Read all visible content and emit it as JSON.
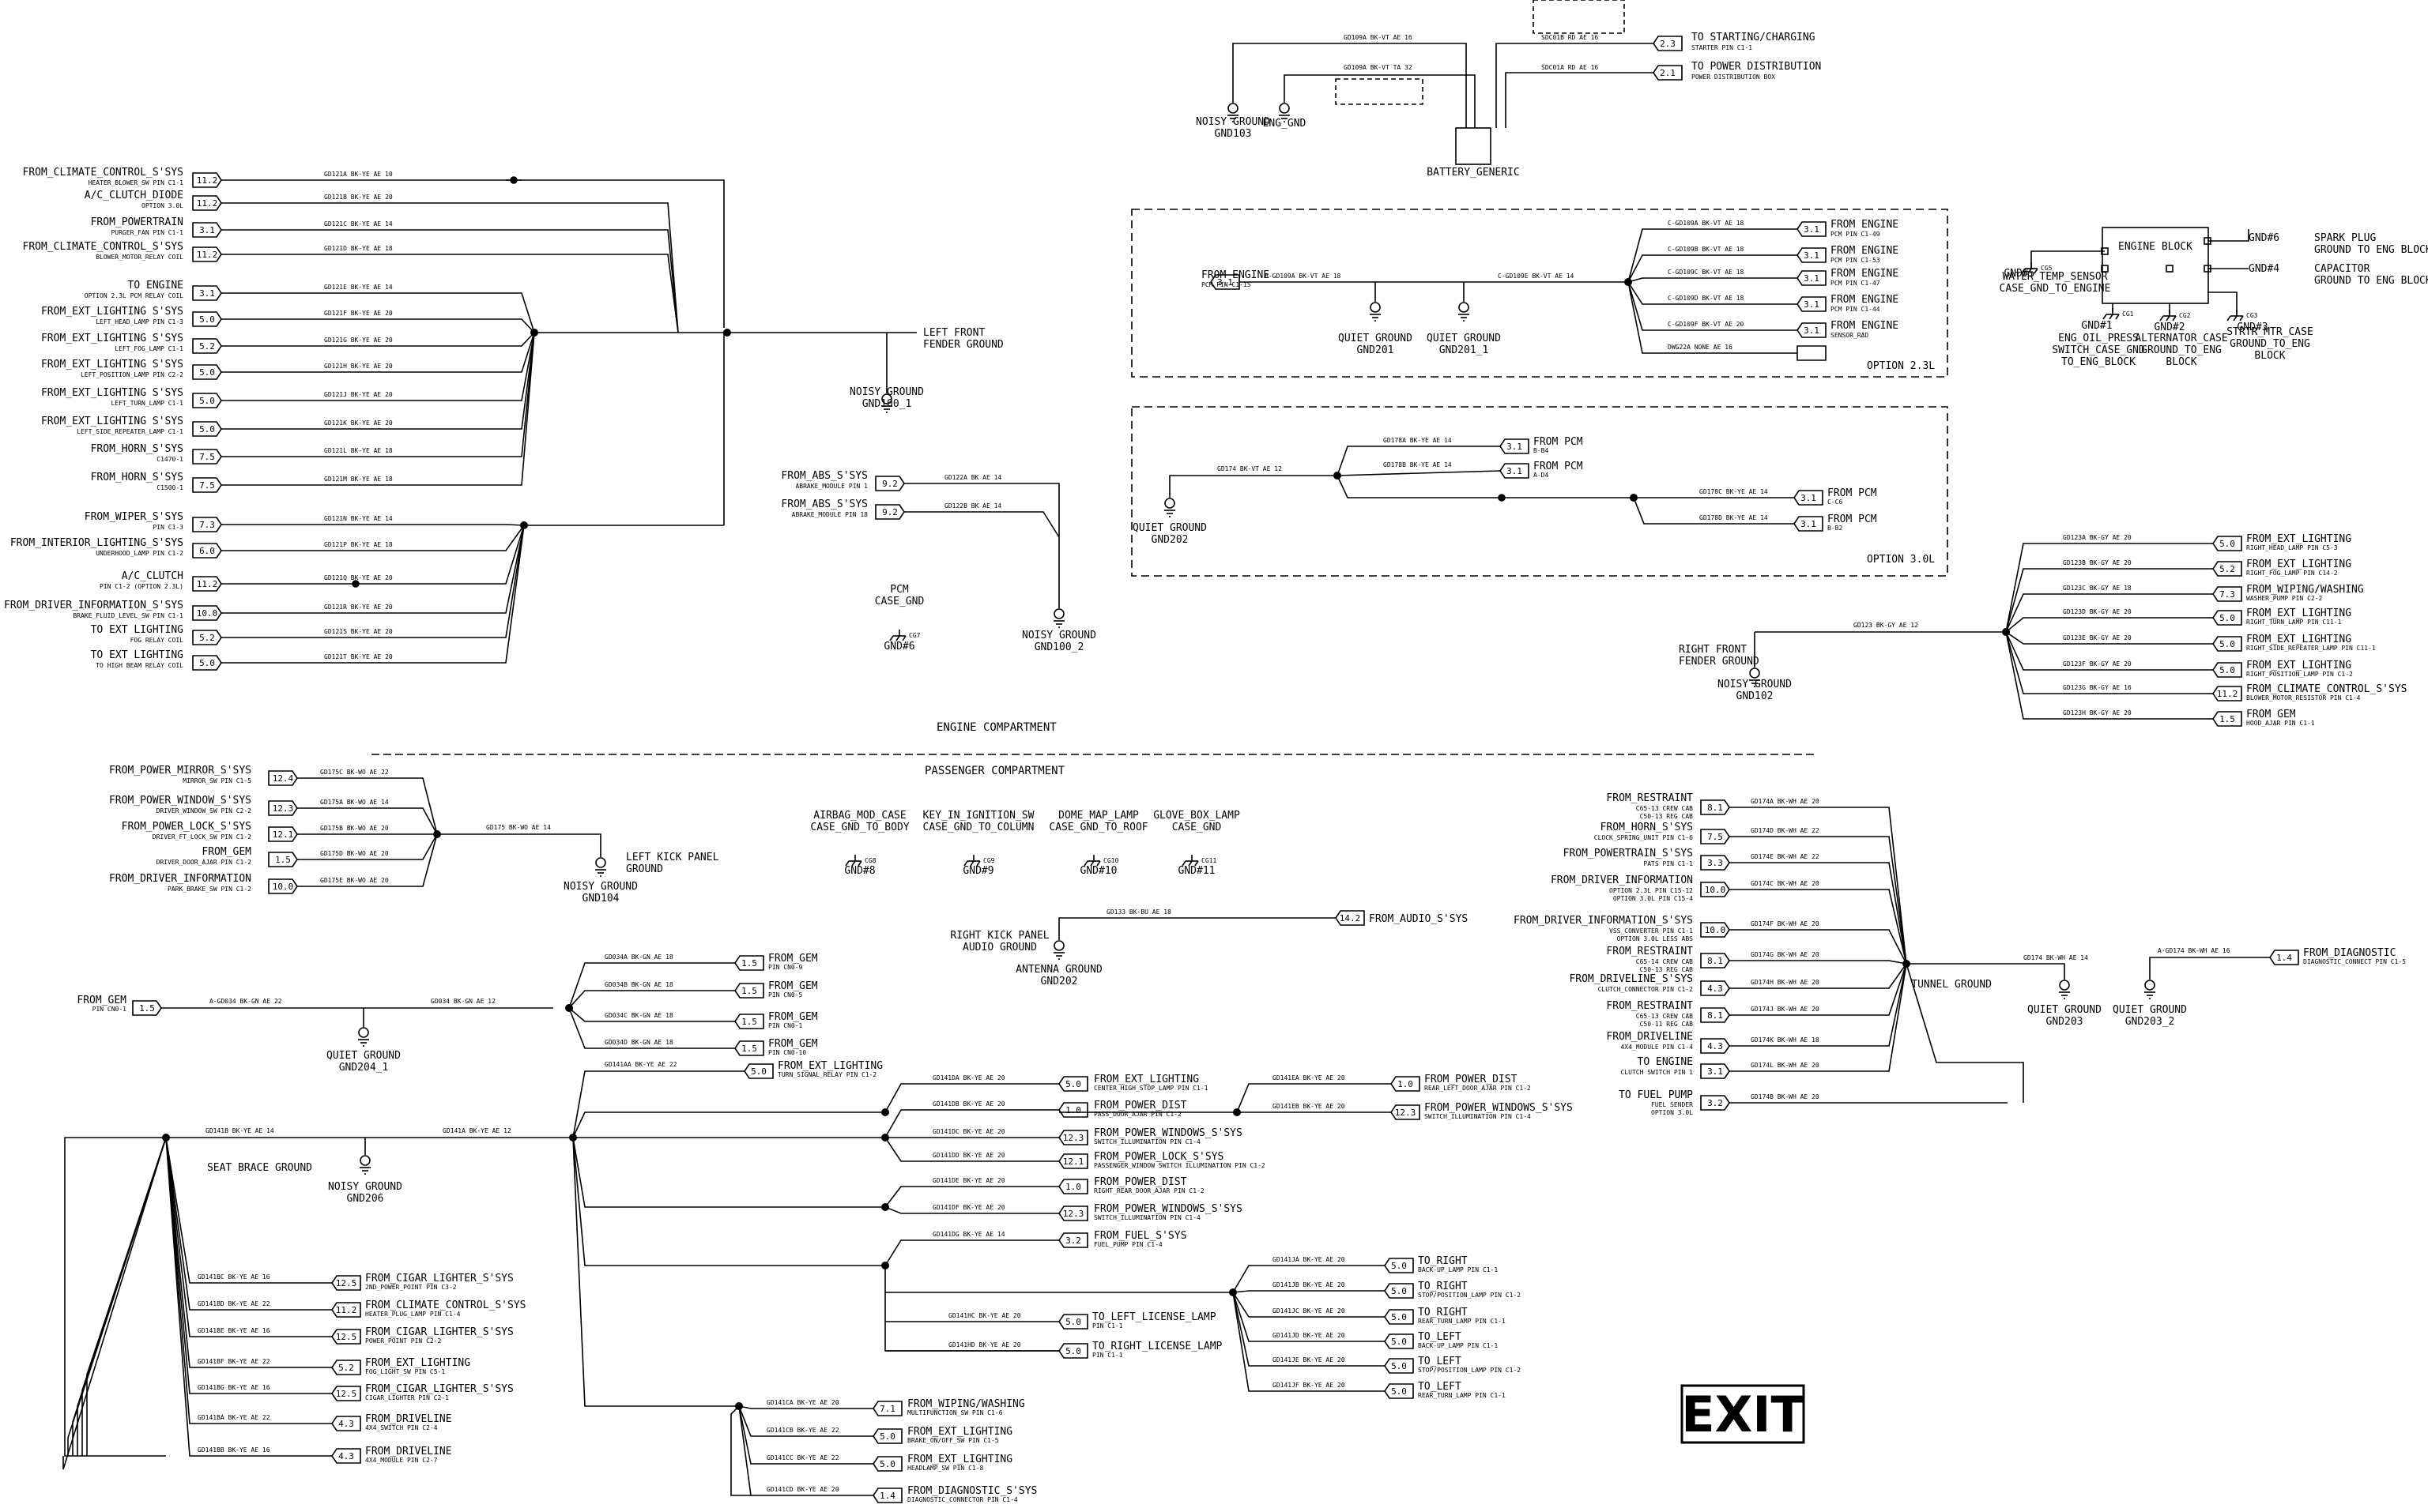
{
  "exit_label": "EXIT",
  "regions": {
    "engine": "ENGINE COMPARTMENT",
    "passenger": "PASSENGER COMPARTMENT"
  },
  "options": {
    "opt23": "OPTION 2.3L",
    "opt30": "OPTION 3.0L"
  },
  "left_front": {
    "hub_name": "LEFT FRONT\nFENDER GROUND",
    "ground": "NOISY GROUND\nGND100_1",
    "rows": [
      {
        "from": "FROM_CLIMATE_CONTROL_S'SYS",
        "sub": "HEATER_BLOWER_SW PIN C1-1",
        "pin": "11.2",
        "wire": "GD121A  BK-YE  AE 10"
      },
      {
        "from": "A/C_CLUTCH_DIODE",
        "sub": "OPTION 3.0L",
        "pin": "11.2",
        "wire": "GD121B  BK-YE  AE 20"
      },
      {
        "from": "FROM_POWERTRAIN",
        "sub": "PURGER_FAN PIN C1-1",
        "pin": "3.1",
        "wire": "GD121C  BK-YE  AE 14"
      },
      {
        "from": "FROM_CLIMATE_CONTROL_S'SYS",
        "sub": "BLOWER_MOTOR_RELAY COIL",
        "pin": "11.2",
        "wire": "GD121D  BK-YE  AE 18"
      },
      {
        "from": "TO ENGINE",
        "sub": "OPTION 2.3L PCM RELAY COIL",
        "pin": "3.1",
        "wire": "GD121E  BK-YE  AE 14"
      },
      {
        "from": "FROM_EXT_LIGHTING S'SYS",
        "sub": "LEFT_HEAD_LAMP PIN C1-3",
        "pin": "5.0",
        "wire": "GD121F  BK-YE  AE 20"
      },
      {
        "from": "FROM_EXT_LIGHTING S'SYS",
        "sub": "LEFT_FOG_LAMP C1-1",
        "pin": "5.2",
        "wire": "GD121G  BK-YE  AE 20"
      },
      {
        "from": "FROM_EXT_LIGHTING S'SYS",
        "sub": "LEFT_POSITION_LAMP PIN C2-2",
        "pin": "5.0",
        "wire": "GD121H  BK-YE  AE 20"
      },
      {
        "from": "FROM_EXT_LIGHTING S'SYS",
        "sub": "LEFT_TURN_LAMP C1-1",
        "pin": "5.0",
        "wire": "GD121J  BK-YE  AE 20"
      },
      {
        "from": "FROM_EXT_LIGHTING S'SYS",
        "sub": "LEFT_SIDE_REPEATER_LAMP C1-1",
        "pin": "5.0",
        "wire": "GD121K  BK-YE  AE 20"
      },
      {
        "from": "FROM_HORN_S'SYS",
        "sub": "C1470-1",
        "pin": "7.5",
        "wire": "GD121L  BK-YE  AE 18"
      },
      {
        "from": "FROM_HORN_S'SYS",
        "sub": "C1500-1",
        "pin": "7.5",
        "wire": "GD121M  BK-YE  AE 18"
      },
      {
        "from": "FROM_WIPER_S'SYS",
        "sub": "PIN C1-3",
        "pin": "7.3",
        "wire": "GD121N  BK-YE  AE 14"
      },
      {
        "from": "FROM_INTERIOR_LIGHTING_S'SYS",
        "sub": "UNDERHOOD_LAMP PIN C1-2",
        "pin": "6.0",
        "wire": "GD121P  BK-YE  AE 18"
      },
      {
        "from": "A/C_CLUTCH",
        "sub": "PIN C1-2 (OPTION 2.3L)",
        "pin": "11.2",
        "wire": "GD121Q  BK-YE  AE 20"
      },
      {
        "from": "FROM_DRIVER_INFORMATION_S'SYS",
        "sub": "BRAKE_FLUID_LEVEL_SW PIN C1-1",
        "pin": "10.0",
        "wire": "GD121R  BK-YE  AE 20"
      },
      {
        "from": "TO EXT LIGHTING",
        "sub": "FOG RELAY COIL",
        "pin": "5.2",
        "wire": "GD121S  BK-YE  AE 20"
      },
      {
        "from": "TO EXT LIGHTING",
        "sub": "TO HIGH BEAM RELAY COIL",
        "pin": "5.0",
        "wire": "GD121T  BK-YE  AE 20"
      }
    ]
  },
  "abs": {
    "ground": "NOISY GROUND\nGND100_2",
    "rows": [
      {
        "from": "FROM_ABS_S'SYS",
        "sub": "ABRAKE_MODULE PIN 1",
        "pin": "9.2",
        "wire": "GD122A  BK  AE 14"
      },
      {
        "from": "FROM_ABS_S'SYS",
        "sub": "ABRAKE_MODULE PIN 18",
        "pin": "9.2",
        "wire": "GD122B  BK  AE 14"
      }
    ]
  },
  "pcm_case": {
    "title": "PCM\nCASE_GND",
    "sym": "CG7",
    "gnd": "GND#6"
  },
  "battery": {
    "label": "BATTERY_GENERIC",
    "g103": "NOISY GROUND\nGND103",
    "eng_gnd": "ENG_GND",
    "to_start": "TO STARTING/CHARGING",
    "to_start_sub": "STARTER PIN C1-1",
    "to_power": "TO POWER DISTRIBUTION",
    "to_power_sub": "POWER DISTRIBUTION BOX",
    "pin_start": "2.3",
    "pin_power": "2.1",
    "w1": "GD109A  BK-VT  AE 16",
    "w2": "GD109A  BK-VT  TA 32",
    "w3": "SDC01B  RD  AE 16",
    "w4": "SDC01A  RD  AE 16"
  },
  "opt23": {
    "from_engine": "FROM ENGINE",
    "from_engine_sub": "PCM PIN C1-15",
    "pin": "3.1",
    "wire_in": "B-GD109A  BK-VT  AE 18",
    "wire_mid": "C-GD109E  BK-VT  AE 14",
    "g201": "QUIET GROUND\nGND201",
    "g201_1": "QUIET GROUND\nGND201_1",
    "rows": [
      {
        "to": "FROM ENGINE",
        "sub": "PCM PIN C1-49",
        "pin": "3.1",
        "wire": "C-GD109A  BK-VT  AE 18"
      },
      {
        "to": "FROM ENGINE",
        "sub": "PCM PIN C1-53",
        "pin": "3.1",
        "wire": "C-GD109B  BK-VT  AE 18"
      },
      {
        "to": "FROM ENGINE",
        "sub": "PCM PIN C1-47",
        "pin": "3.1",
        "wire": "C-GD109C  BK-VT  AE 18"
      },
      {
        "to": "FROM ENGINE",
        "sub": "PCM PIN C1-44",
        "pin": "3.1",
        "wire": "C-GD109D  BK-VT  AE 18"
      },
      {
        "to": "FROM ENGINE",
        "sub": "SENSOR_RAD",
        "pin": "3.1",
        "wire": "C-GD109F  BK-VT  AE 20"
      },
      {
        "to": "",
        "sub": "",
        "pin": "",
        "wire": "DWG22A  NONE  AE 16"
      }
    ]
  },
  "opt30": {
    "ground": "QUIET GROUND\nGND202",
    "wire_in": "GD174  BK-VT  AE 12",
    "rows": [
      {
        "to": "FROM PCM",
        "sub": "B-B4",
        "pin": "3.1",
        "wire": "GD178A  BK-YE  AE 14"
      },
      {
        "to": "FROM PCM",
        "sub": "A-D4",
        "pin": "3.1",
        "wire": "GD178B  BK-YE  AE 14"
      },
      {
        "to": "FROM PCM",
        "sub": "C-C6",
        "pin": "3.1",
        "wire": "GD178C  BK-YE  AE 14"
      },
      {
        "to": "FROM PCM",
        "sub": "B-B2",
        "pin": "3.1",
        "wire": "GD178D  BK-YE  AE 14"
      }
    ]
  },
  "engine_block": {
    "title": "ENGINE BLOCK",
    "cg5": "CG5",
    "gnd5": "GND#5",
    "water": "WATER_TEMP_SENSOR\nCASE_GND_TO_ENGINE",
    "spark": "SPARK PLUG\nGROUND TO ENG BLOCK",
    "gnd6": "GND#6",
    "cap": "CAPACITOR\nGROUND TO ENG BLOCK",
    "gnd4": "GND#4",
    "cg1": "CG1",
    "gnd1": "GND#1",
    "oil": "ENG_OIL_PRESS\nSWITCH_CASE_GND\nTO_ENG_BLOCK",
    "cg2": "CG2",
    "gnd2": "GND#2",
    "alt": "ALTERNATOR_CASE\nGROUND_TO_ENG\nBLOCK",
    "cg3": "CG3",
    "gnd3": "GND#3",
    "strtr": "STRTR_MTR_CASE\nGROUND_TO_ENG\nBLOCK"
  },
  "right_front": {
    "hub_name": "RIGHT FRONT\nFENDER GROUND",
    "ground": "NOISY GROUND\nGND102",
    "wire_in": "GD123  BK-GY  AE 12",
    "rows": [
      {
        "to": "FROM_EXT_LIGHTING",
        "sub": "RIGHT_HEAD_LAMP PIN C5-3",
        "pin": "5.0",
        "wire": "GD123A  BK-GY  AE 20"
      },
      {
        "to": "FROM_EXT_LIGHTING",
        "sub": "RIGHT_FOG_LAMP PIN C14-2",
        "pin": "5.2",
        "wire": "GD123B  BK-GY  AE 20"
      },
      {
        "to": "FROM_WIPING/WASHING",
        "sub": "WASHER_PUMP PIN C2-2",
        "pin": "7.3",
        "wire": "GD123C  BK-GY  AE 18"
      },
      {
        "to": "FROM_EXT_LIGHTING",
        "sub": "RIGHT_TURN_LAMP PIN C11-1",
        "pin": "5.0",
        "wire": "GD123D  BK-GY  AE 20"
      },
      {
        "to": "FROM_EXT_LIGHTING",
        "sub": "RIGHT_SIDE_REPEATER_LAMP PIN C11-1",
        "pin": "5.0",
        "wire": "GD123E  BK-GY  AE 20"
      },
      {
        "to": "FROM_EXT_LIGHTING",
        "sub": "RIGHT_POSITION_LAMP PIN C1-2",
        "pin": "5.0",
        "wire": "GD123F  BK-GY  AE 20"
      },
      {
        "to": "FROM_CLIMATE_CONTROL_S'SYS",
        "sub": "BLOWER_MOTOR_RESISTOR PIN C1-4",
        "pin": "11.2",
        "wire": "GD123G  BK-GY  AE 16"
      },
      {
        "to": "FROM GEM",
        "sub": "HOOD_AJAR PIN C1-1",
        "pin": "1.5",
        "wire": "GD123H  BK-GY  AE 20"
      }
    ]
  },
  "left_kick": {
    "hub_name": "LEFT KICK PANEL\nGROUND",
    "ground": "NOISY GROUND\nGND104",
    "wire_out": "GD175  BK-WO  AE 14",
    "rows": [
      {
        "from": "FROM_POWER_MIRROR_S'SYS",
        "sub": "MIRROR_SW PIN C1-5",
        "pin": "12.4",
        "wire": "GD175C  BK-WO  AE 22"
      },
      {
        "from": "FROM_POWER_WINDOW_S'SYS",
        "sub": "DRIVER_WINDOW_SW PIN C2-2",
        "pin": "12.3",
        "wire": "GD175A  BK-WO  AE 14"
      },
      {
        "from": "FROM_POWER_LOCK_S'SYS",
        "sub": "DRIVER_FT_LOCK_SW PIN C1-2",
        "pin": "12.1",
        "wire": "GD175B  BK-WO  AE 20"
      },
      {
        "from": "FROM_GEM",
        "sub": "DRIVER_DOOR_AJAR PIN C1-2",
        "pin": "1.5",
        "wire": "GD175D  BK-WO  AE 20"
      },
      {
        "from": "FROM_DRIVER_INFORMATION",
        "sub": "PARK_BRAKE_SW PIN C1-2",
        "pin": "10.0",
        "wire": "GD175E  BK-WO  AE 20"
      }
    ]
  },
  "case_grounds": [
    {
      "title": "AIRBAG_MOD_CASE\nCASE_GND_TO_BODY",
      "sym": "CG8",
      "gnd": "GND#8"
    },
    {
      "title": "KEY_IN_IGNITION_SW\nCASE_GND_TO_COLUMN",
      "sym": "CG9",
      "gnd": "GND#9"
    },
    {
      "title": "DOME_MAP_LAMP\nCASE_GND_TO_ROOF",
      "sym": "CG10",
      "gnd": "GND#10"
    },
    {
      "title": "GLOVE_BOX_LAMP\nCASE_GND",
      "sym": "CG11",
      "gnd": "GND#11"
    }
  ],
  "right_kick": {
    "title": "RIGHT KICK PANEL\nAUDIO GROUND",
    "ground": "ANTENNA GROUND\nGND202",
    "to": "FROM_AUDIO_S'SYS",
    "pin": "14.2",
    "wire": "GD133  BK-BU  AE 18"
  },
  "gem_quiet": {
    "from": "FROM_GEM",
    "sub": "PIN CN0-1",
    "pin": "1.5",
    "wire_in": "A-GD034  BK-GN  AE 22",
    "wire_out": "GD034  BK-GN  AE 12",
    "ground": "QUIET GROUND\nGND204_1",
    "rows": [
      {
        "to": "FROM_GEM",
        "sub": "PIN CN0-9",
        "pin": "1.5",
        "wire": "GD034A  BK-GN  AE 18"
      },
      {
        "to": "FROM_GEM",
        "sub": "PIN CN0-5",
        "pin": "1.5",
        "wire": "GD034B  BK-GN  AE 18"
      },
      {
        "to": "FROM_GEM",
        "sub": "PIN CN0-1",
        "pin": "1.5",
        "wire": "GD034C  BK-GN  AE 18"
      },
      {
        "to": "FROM_GEM",
        "sub": "PIN CN0-10",
        "pin": "1.5",
        "wire": "GD034D  BK-GN  AE 18"
      }
    ]
  },
  "seat_brace": {
    "title": "SEAT BRACE GROUND",
    "ground": "NOISY GROUND\nGND206",
    "wire": "GD141A  BK-YE  AE 12",
    "left_wire": "GD141B  BK-YE  AE 14",
    "rows": [
      {
        "to": "FROM_CIGAR_LIGHTER_S'SYS",
        "sub": "2ND_POWER_POINT PIN C3-2",
        "pin": "12.5",
        "wire": "GD141BC  BK-YE  AE 16"
      },
      {
        "to": "FROM_CLIMATE_CONTROL_S'SYS",
        "sub": "HEATER_PLUG_LAMP PIN C1-4",
        "pin": "11.2",
        "wire": "GD141BD  BK-YE  AE 22"
      },
      {
        "to": "FROM_CIGAR_LIGHTER_S'SYS",
        "sub": "POWER_POINT PIN C2-2",
        "pin": "12.5",
        "wire": "GD141BE  BK-YE  AE 16"
      },
      {
        "to": "FROM_EXT_LIGHTING",
        "sub": "FOG_LIGHT_SW PIN C5-1",
        "pin": "5.2",
        "wire": "GD141BF  BK-YE  AE 22"
      },
      {
        "to": "FROM_CIGAR_LIGHTER_S'SYS",
        "sub": "CIGAR_LIGHTER PIN C2-1",
        "pin": "12.5",
        "wire": "GD141BG  BK-YE  AE 16"
      },
      {
        "to": "FROM_DRIVELINE",
        "sub": "4X4_SWITCH PIN C2-4",
        "pin": "4.3",
        "wire": "GD141BA  BK-YE  AE 22"
      },
      {
        "to": "FROM_DRIVELINE",
        "sub": "4X4_MODULE PIN C2-7",
        "pin": "4.3",
        "wire": "GD141BB  BK-YE  AE 16"
      }
    ]
  },
  "passenger_tree": {
    "ext_turn": {
      "to": "FROM_EXT_LIGHTING",
      "sub": "TURN_SIGNAL_RELAY PIN C1-2",
      "pin": "5.0",
      "wire": "GD141AA  BK-YE  AE 22"
    },
    "mid_rows": [
      {
        "to": "FROM_EXT_LIGHTING",
        "sub": "CENTER_HIGH_STOP_LAMP PIN C1-1",
        "pin": "5.0",
        "wire": "GD141DA  BK-YE  AE 20"
      },
      {
        "to": "FROM_POWER_DIST",
        "sub": "PASS_DOOR_AJAR PIN C1-2",
        "pin": "1.0",
        "wire": "GD141DB  BK-YE  AE 20"
      },
      {
        "to": "FROM_POWER_WINDOWS_S'SYS",
        "sub": "SWITCH_ILLUMINATION PIN C1-4",
        "pin": "12.3",
        "wire": "GD141DC  BK-YE  AE 20"
      },
      {
        "to": "FROM_POWER_LOCK_S'SYS",
        "sub": "PASSENGER_WINDOW SWITCH ILLUMINATION PIN C1-2",
        "pin": "12.1",
        "wire": "GD141DD  BK-YE  AE 20"
      },
      {
        "to": "FROM_POWER_DIST",
        "sub": "RIGHT_REAR_DOOR_AJAR PIN C1-2",
        "pin": "1.0",
        "wire": "GD141DE  BK-YE  AE 20"
      },
      {
        "to": "FROM_POWER_WINDOWS_S'SYS",
        "sub": "SWITCH_ILLUMINATION PIN C1-4",
        "pin": "12.3",
        "wire": "GD141DF  BK-YE  AE 20"
      },
      {
        "to": "FROM_FUEL_S'SYS",
        "sub": "FUEL_PUMP PIN C1-4",
        "pin": "3.2",
        "wire": "GD141DG  BK-YE  AE 14"
      }
    ],
    "far_rows": [
      {
        "to": "FROM_POWER_DIST",
        "sub": "REAR_LEFT_DOOR_AJAR PIN C1-2",
        "pin": "1.0",
        "wire": "GD141EA  BK-YE  AE 20"
      },
      {
        "to": "FROM_POWER_WINDOWS_S'SYS",
        "sub": "SWITCH_ILLUMINATION PIN C1-4",
        "pin": "12.3",
        "wire": "GD141EB  BK-YE  AE 20"
      }
    ],
    "lic_rows": [
      {
        "to": "TO_LEFT_LICENSE_LAMP",
        "sub": "PIN C1-1",
        "pin": "5.0",
        "wire": "GD141HC  BK-YE  AE 20"
      },
      {
        "to": "TO_RIGHT_LICENSE_LAMP",
        "sub": "PIN C1-1",
        "pin": "5.0",
        "wire": "GD141HD  BK-YE  AE 20"
      }
    ],
    "rear_rows": [
      {
        "to": "TO_RIGHT",
        "sub": "BACK-UP_LAMP PIN C1-1",
        "pin": "5.0",
        "wire": "GD141JA  BK-YE  AE 20"
      },
      {
        "to": "TO_RIGHT",
        "sub": "STOP/POSITION_LAMP PIN C1-2",
        "pin": "5.0",
        "wire": "GD141JB  BK-YE  AE 20"
      },
      {
        "to": "TO_RIGHT",
        "sub": "REAR_TURN_LAMP PIN C1-1",
        "pin": "5.0",
        "wire": "GD141JC  BK-YE  AE 20"
      },
      {
        "to": "TO_LEFT",
        "sub": "BACK-UP_LAMP PIN C1-1",
        "pin": "5.0",
        "wire": "GD141JD  BK-YE  AE 20"
      },
      {
        "to": "TO_LEFT",
        "sub": "STOP/POSITION_LAMP PIN C1-2",
        "pin": "5.0",
        "wire": "GD141JE  BK-YE  AE 20"
      },
      {
        "to": "TO_LEFT",
        "sub": "REAR_TURN_LAMP PIN C1-1",
        "pin": "5.0",
        "wire": "GD141JF  BK-YE  AE 20"
      }
    ],
    "bottom_rows": [
      {
        "to": "FROM_WIPING/WASHING",
        "sub": "MULTIFUNCTION_SW PIN C1-6",
        "pin": "7.1",
        "wire": "GD141CA  BK-YE  AE 20"
      },
      {
        "to": "FROM_EXT_LIGHTING",
        "sub": "BRAKE_ON/OFF_SW PIN C1-5",
        "pin": "5.0",
        "wire": "GD141CB  BK-YE  AE 22"
      },
      {
        "to": "FROM_EXT_LIGHTING",
        "sub": "HEADLAMP_SW PIN C1-8",
        "pin": "5.0",
        "wire": "GD141CC  BK-YE  AE 22"
      },
      {
        "to": "FROM_DIAGNOSTIC_S'SYS",
        "sub": "DIAGNOSTIC_CONNECTOR PIN C1-4",
        "pin": "1.4",
        "wire": "GD141CD  BK-YE  AE 20"
      }
    ]
  },
  "tunnel": {
    "hub_name": "TUNNEL GROUND",
    "ground": "QUIET GROUND\nGND203",
    "ground2": "QUIET GROUND\nGND203_2",
    "wire_out": "GD174  BK-WH  AE 14",
    "diag": {
      "to": "FROM_DIAGNOSTIC",
      "sub": "DIAGNOSTIC_CONNECT PIN C1-5",
      "pin": "1.4",
      "wire": "A-GD174  BK-WH  AE 16"
    },
    "fuel": {
      "from": "TO FUEL PUMP",
      "sub": "FUEL SENDER\nOPTION 3.0L",
      "pin": "3.2",
      "wire": "GD174B  BK-WH  AE 20"
    },
    "rows": [
      {
        "from": "FROM_RESTRAINT",
        "sub": "C65-13 CREW CAB\nC50-13 REG CAB",
        "pin": "8.1",
        "wire": "GD174A  BK-WH  AE 20"
      },
      {
        "from": "FROM_HORN_S'SYS",
        "sub": "CLOCK_SPRING_UNIT PIN C1-6",
        "pin": "7.5",
        "wire": "GD174D  BK-WH  AE 22"
      },
      {
        "from": "FROM_POWERTRAIN_S'SYS",
        "sub": "PATS PIN C1-1",
        "pin": "3.3",
        "wire": "GD174E  BK-WH  AE 22"
      },
      {
        "from": "FROM_DRIVER_INFORMATION",
        "sub": "OPTION 2.3L PIN C15-12\nOPTION 3.0L PIN C15-4",
        "pin": "10.0",
        "wire": "GD174C  BK-WH  AE 20"
      },
      {
        "from": "FROM_DRIVER_INFORMATION_S'SYS",
        "sub": "VSS_CONVERTER PIN C1-1\nOPTION 3.0L LESS ABS",
        "pin": "10.0",
        "wire": "GD174F  BK-WH  AE 20"
      },
      {
        "from": "FROM_RESTRAINT",
        "sub": "C65-14 CREW CAB\nC50-13 REG CAB",
        "pin": "8.1",
        "wire": "GD174G  BK-WH  AE 20"
      },
      {
        "from": "FROM_DRIVELINE_S'SYS",
        "sub": "CLUTCH_CONNECTOR PIN C1-2",
        "pin": "4.3",
        "wire": "GD174H  BK-WH  AE 20"
      },
      {
        "from": "FROM_RESTRAINT",
        "sub": "C65-13 CREW CAB\nC50-11 REG CAB",
        "pin": "8.1",
        "wire": "GD174J  BK-WH  AE 20"
      },
      {
        "from": "FROM_DRIVELINE",
        "sub": "4X4_MODULE PIN C1-4",
        "pin": "4.3",
        "wire": "GD174K  BK-WH  AE 18"
      },
      {
        "from": "TO ENGINE",
        "sub": "CLUTCH SWITCH PIN 1",
        "pin": "3.1",
        "wire": "GD174L  BK-WH  AE 20"
      }
    ]
  }
}
